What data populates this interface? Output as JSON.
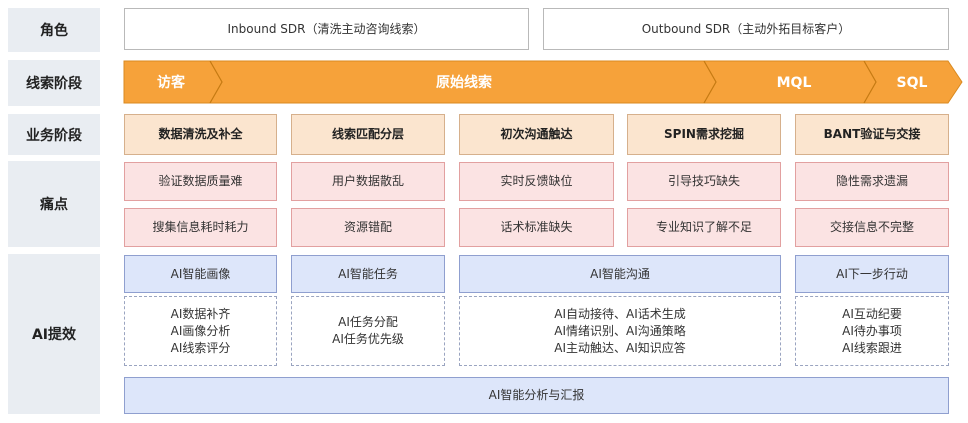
{
  "rows": {
    "role": "角色",
    "leads_stage": "线索阶段",
    "business_stage": "业务阶段",
    "pain": "痛点",
    "ai": "AI提效"
  },
  "roles": {
    "inbound": "Inbound SDR（清洗主动咨询线索）",
    "outbound": "Outbound SDR（主动外拓目标客户）"
  },
  "lead_stages": [
    "访客",
    "原始线索",
    "MQL",
    "SQL"
  ],
  "business_stages": [
    "数据清洗及补全",
    "线索匹配分层",
    "初次沟通触达",
    "SPIN需求挖掘",
    "BANT验证与交接"
  ],
  "pain_points": {
    "row1": [
      "验证数据质量难",
      "用户数据散乱",
      "实时反馈缺位",
      "引导技巧缺失",
      "隐性需求遗漏"
    ],
    "row2": [
      "搜集信息耗时耗力",
      "资源错配",
      "话术标准缺失",
      "专业知识了解不足",
      "交接信息不完整"
    ]
  },
  "ai": {
    "headers": [
      "AI智能画像",
      "AI智能任务",
      "AI智能沟通",
      "AI下一步行动"
    ],
    "details": {
      "portrait": [
        "AI数据补齐",
        "AI画像分析",
        "AI线索评分"
      ],
      "task": [
        "AI任务分配",
        "AI任务优先级"
      ],
      "comm": [
        "AI自动接待、AI话术生成",
        "AI情绪识别、AI沟通策略",
        "AI主动触达、AI知识应答"
      ],
      "next": [
        "AI互动纪要",
        "AI待办事项",
        "AI线索跟进"
      ]
    },
    "footer": "AI智能分析与汇报"
  },
  "colors": {
    "arrow_fill": "#f6a23a",
    "arrow_stroke": "#d98a20",
    "label_bg": "#e9edf2",
    "stage_bg": "#fbe5cf",
    "pain_bg": "#fbe3e3",
    "ai_bg": "#dde6fa"
  }
}
